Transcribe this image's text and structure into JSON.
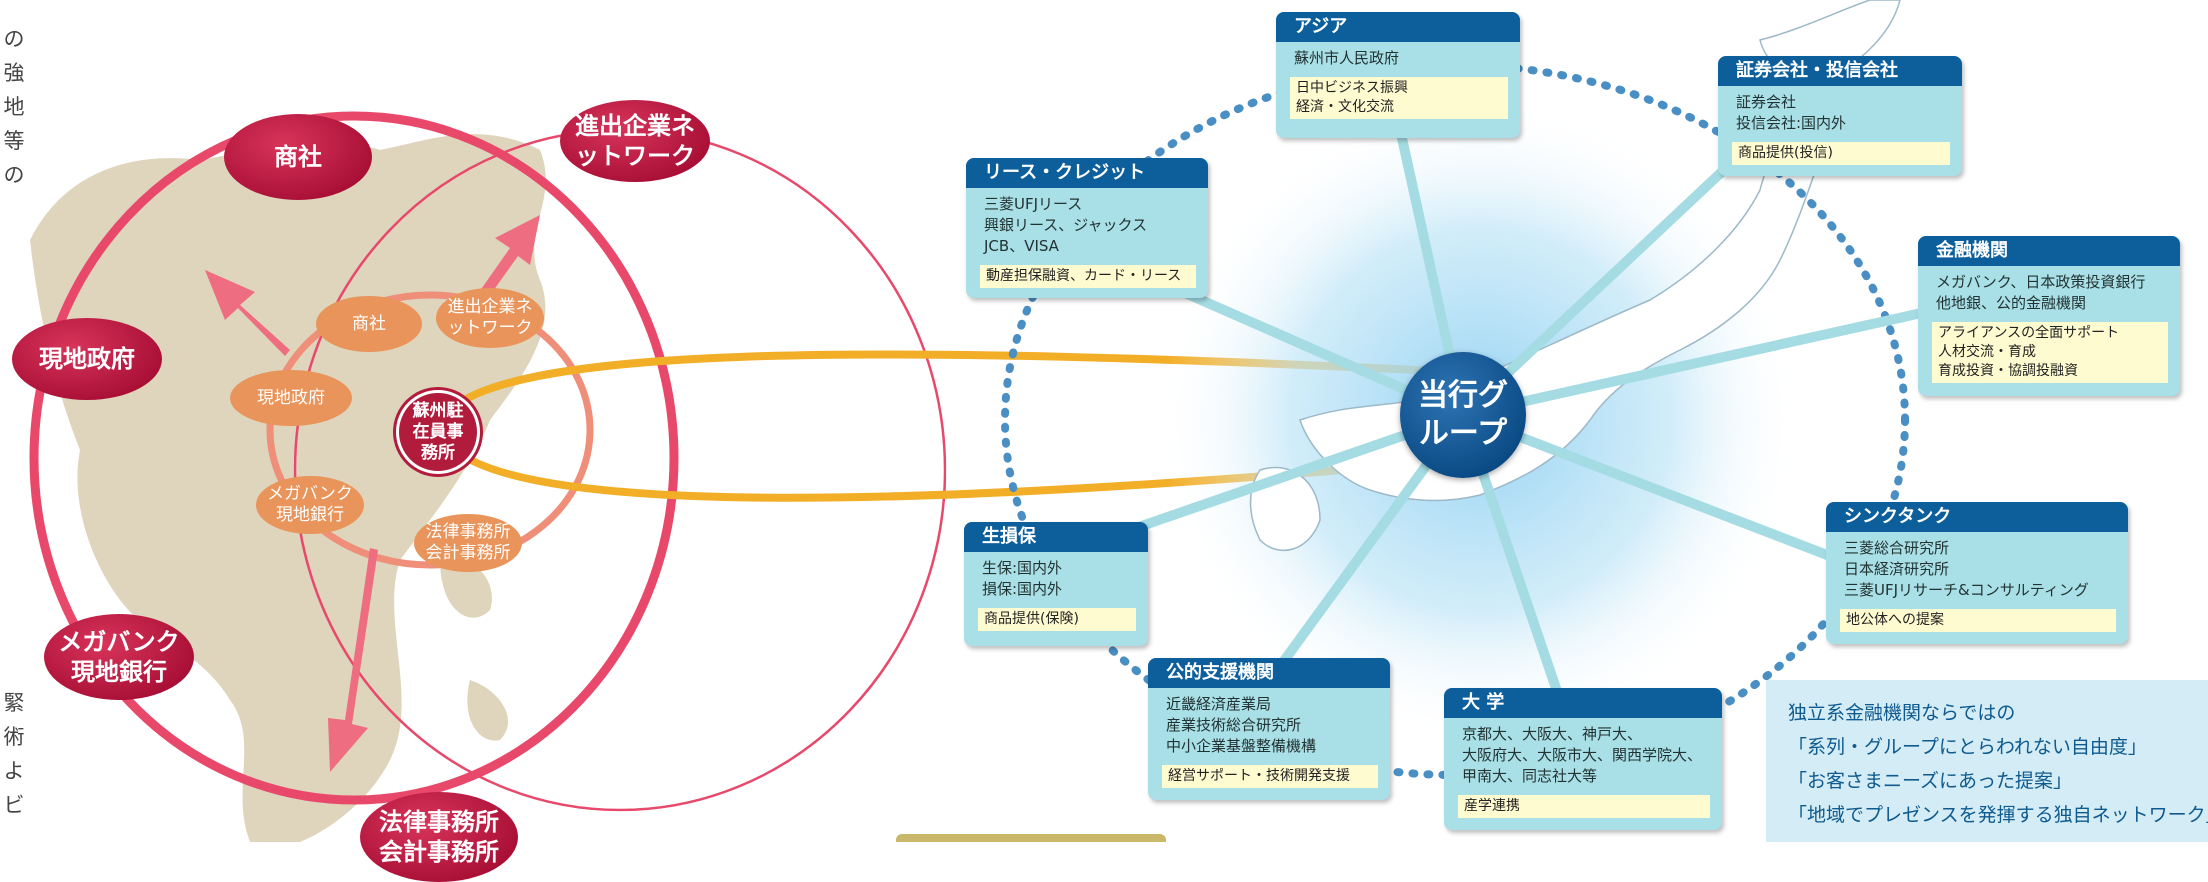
{
  "side_text": {
    "top": [
      "の",
      "強",
      "地",
      "等",
      "の"
    ],
    "bottom": [
      "緊",
      "術",
      "よ",
      "ビ"
    ]
  },
  "left_diagram": {
    "outer_nodes": [
      {
        "id": "shosha",
        "label": "商社"
      },
      {
        "id": "network",
        "label": "進出企業ネットワーク"
      },
      {
        "id": "gov",
        "label": "現地政府"
      },
      {
        "id": "bank",
        "label": "メガバンク現地銀行"
      },
      {
        "id": "law",
        "label": "法律事務所会計事務所"
      }
    ],
    "inner_nodes": [
      {
        "id": "shosha",
        "label": "商社"
      },
      {
        "id": "network",
        "label": "進出企業ネットワーク"
      },
      {
        "id": "gov",
        "label": "現地政府"
      },
      {
        "id": "bank",
        "label": "メガバンク現地銀行"
      },
      {
        "id": "law",
        "label": "法律事務所会計事務所"
      }
    ],
    "center": "蘇州駐在員事務所"
  },
  "hub": {
    "label": "当行グループ"
  },
  "boxes": [
    {
      "id": "asia",
      "title": "アジア",
      "lines": [
        "蘇州市人民政府"
      ],
      "highlight": [
        "日中ビジネス振興",
        "経済・文化交流"
      ]
    },
    {
      "id": "securities",
      "title": "証券会社・投信会社",
      "lines": [
        "証券会社",
        "投信会社:国内外"
      ],
      "highlight": [
        "商品提供(投信)"
      ]
    },
    {
      "id": "lease",
      "title": "リース・クレジット",
      "lines": [
        "三菱UFJリース",
        "興銀リース、ジャックス",
        "JCB、VISA"
      ],
      "highlight": [
        "動産担保融資、カード・リース"
      ]
    },
    {
      "id": "financial",
      "title": "金融機関",
      "lines": [
        "メガバンク、日本政策投資銀行",
        "他地銀、公的金融機関"
      ],
      "highlight": [
        "アライアンスの全面サポート",
        "人材交流・育成",
        "育成投資・協調投融資"
      ]
    },
    {
      "id": "insurance",
      "title": "生損保",
      "lines": [
        "生保:国内外",
        "損保:国内外"
      ],
      "highlight": [
        "商品提供(保険)"
      ]
    },
    {
      "id": "thinktank",
      "title": "シンクタンク",
      "lines": [
        "三菱総合研究所",
        "日本経済研究所",
        "三菱UFJリサーチ&コンサルティング"
      ],
      "highlight": [
        "地公体への提案"
      ]
    },
    {
      "id": "public",
      "title": "公的支援機関",
      "lines": [
        "近畿経済産業局",
        "産業技術総合研究所",
        "中小企業基盤整備機構"
      ],
      "highlight": [
        "経営サポート・技術開発支援"
      ]
    },
    {
      "id": "univ",
      "title": "大 学",
      "lines": [
        "京都大、大阪大、神戸大、",
        "大阪府大、大阪市大、関西学院大、",
        "甲南大、同志社大等"
      ],
      "highlight": [
        "産学連携"
      ]
    }
  ],
  "info": {
    "lines": [
      "独立系金融機関ならではの",
      "「系列・グループにとらわれない自由度」",
      "「お客さまニーズにあった提案」",
      "「地域でプレゼンスを発揮する独自ネットワーク」"
    ]
  },
  "colors": {
    "outer_ring": "#e8496b",
    "inner_ring": "#ef8f7a",
    "link_band": "#f3ae27",
    "spoke": "#a5dce4",
    "dots": "#4a8fc4",
    "header": "#0d5f9c",
    "box_fill": "#a9dfe6",
    "hub": "#0a4a84"
  }
}
